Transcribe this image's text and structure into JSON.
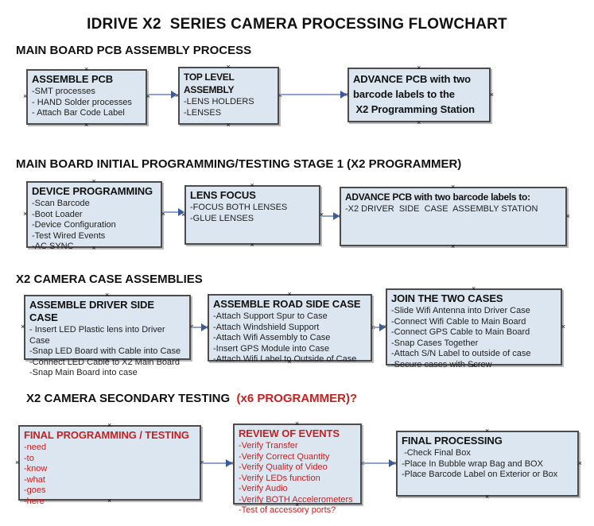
{
  "title": "IDRIVE X2  SERIES CAMERA PROCESSING FLOWCHART",
  "icons": {
    "connection_handle": "×",
    "arrow_head": "right-triangle"
  },
  "colors": {
    "box_fill": "#dce6f1",
    "box_border": "#4c4c4c",
    "red": "#c32222",
    "arrow_line": "#8fa3c8",
    "arrow_head": "#3c5a9e",
    "ink": "#111111"
  },
  "sections": [
    {
      "header": "MAIN BOARD PCB ASSEMBLY PROCESS",
      "boxes": [
        {
          "title": "ASSEMBLE PCB",
          "items": [
            "-SMT processes",
            "- HAND Solder processes",
            "- Attach Bar Code Label"
          ]
        },
        {
          "title": "TOP LEVEL ASSEMBLY",
          "items": [
            "-LENS HOLDERS",
            "-LENSES"
          ]
        },
        {
          "title": "ADVANCE PCB with two\nbarcode labels to the\n X2 Programming Station",
          "items": []
        }
      ]
    },
    {
      "header": "MAIN BOARD INITIAL PROGRAMMING/TESTING STAGE 1 (X2 PROGRAMMER)",
      "boxes": [
        {
          "title": "DEVICE PROGRAMMING",
          "items": [
            "-Scan Barcode",
            "-Boot Loader",
            "-Device Configuration",
            "-Test Wired Events",
            "-AC SYNC"
          ]
        },
        {
          "title": "LENS FOCUS",
          "items": [
            "-FOCUS BOTH LENSES",
            "-GLUE LENSES"
          ]
        },
        {
          "title": "ADVANCE PCB with two barcode labels to:",
          "items": [
            "-X2 DRIVER  SIDE  CASE  ASSEMBLY STATION"
          ]
        }
      ]
    },
    {
      "header": "X2 CAMERA CASE ASSEMBLIES",
      "boxes": [
        {
          "title": "ASSEMBLE DRIVER SIDE CASE",
          "items": [
            "- Insert LED Plastic lens into Driver Case",
            "-Snap LED Board with Cable into Case",
            "-Connect LED Cable to X2 Main Board",
            "-Snap Main Board into case"
          ]
        },
        {
          "title": "ASSEMBLE ROAD SIDE CASE",
          "items": [
            "-Attach Support Spur to Case",
            "-Attach Windshield Support",
            "-Attach Wifi Assembly to Case",
            "-Insert GPS Module into Case",
            "-Attach Wifi Label to Outside of Case"
          ]
        },
        {
          "title": "JOIN THE TWO CASES",
          "items": [
            "-Slide Wifi Antenna into Driver Case",
            "-Connect Wifi Cable to Main Board",
            "-Connect GPS Cable to Main Board",
            "-Snap Cases Together",
            "-Attach S/N Label to outside of case",
            "-Secure cases with Screw"
          ]
        }
      ]
    },
    {
      "header": "X2 CAMERA SECONDARY TESTING ",
      "header_suffix": " (x6 PROGRAMMER)?",
      "boxes": [
        {
          "title": "FINAL PROGRAMMING / TESTING",
          "items": [
            "-need",
            "-to",
            "-know",
            "-what",
            "-goes",
            "-here"
          ]
        },
        {
          "title": "REVIEW OF EVENTS",
          "items": [
            "-Verify Transfer",
            "-Verify Correct Quantity",
            "-Verify Quality of Video",
            "-Verify LEDs function",
            "-Verify Audio",
            "-Verify BOTH Accelerometers",
            "-Test of accessory ports?"
          ]
        },
        {
          "title": "FINAL PROCESSING",
          "items": [
            " -Check Final Box",
            "-Place In Bubble wrap Bag and BOX",
            "-Place Barcode Label on Exterior or Box"
          ]
        }
      ]
    }
  ]
}
